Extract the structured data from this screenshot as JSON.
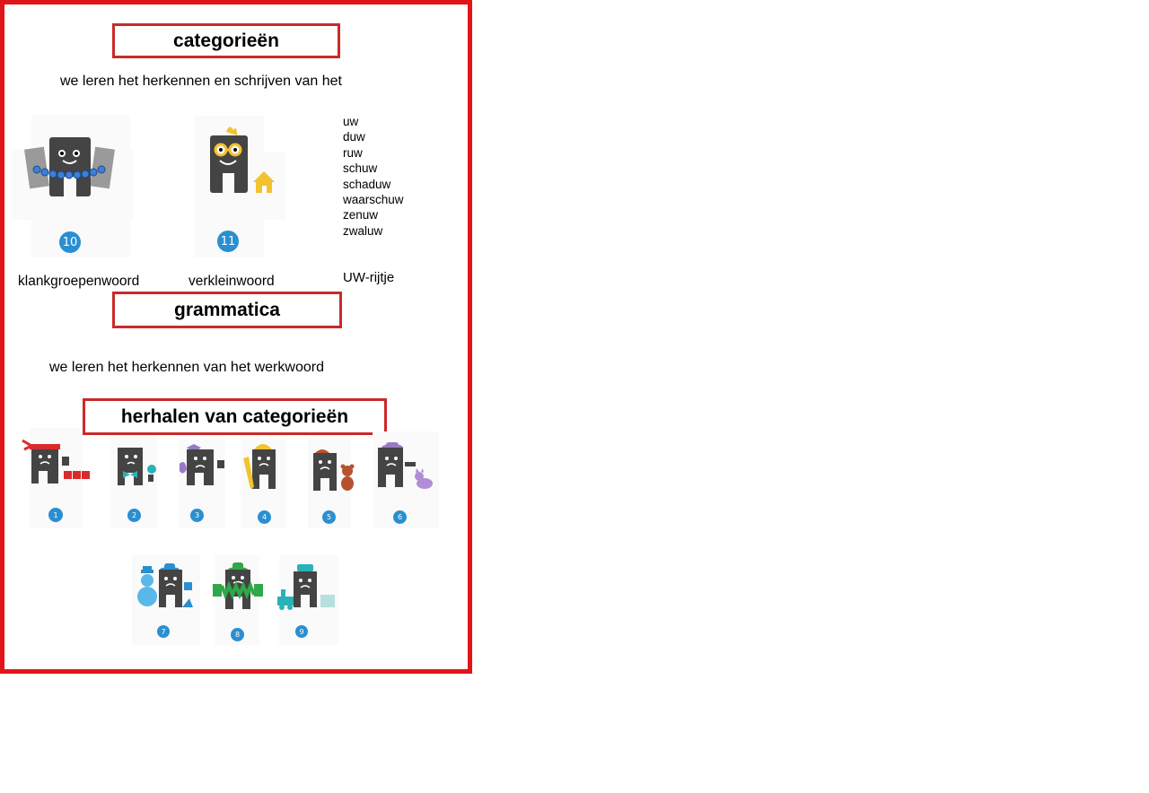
{
  "headings": {
    "categories": "categorieën",
    "grammar": "grammatica",
    "repeat": "herhalen van categorieën"
  },
  "intro_categories": "we leren het herkennen en schrijven van het",
  "intro_grammar": "we leren het herkennen van het werkwoord",
  "category_cards": [
    {
      "number": "10",
      "label": "klankgroepenwoord",
      "icon": "monster-with-bead-necklace-icon"
    },
    {
      "number": "11",
      "label": "verkleinwoord",
      "icon": "monster-with-glasses-and-house-icon"
    }
  ],
  "word_list": {
    "words": [
      "uw",
      "duw",
      "ruw",
      "schuw",
      "schaduw",
      "waarschuw",
      "zenuw",
      "zwaluw"
    ],
    "caption": "UW-rijtje"
  },
  "review_cards": [
    {
      "number": "1",
      "icon": "monster-headband-blocks-icon"
    },
    {
      "number": "2",
      "icon": "monster-bowtie-icon"
    },
    {
      "number": "3",
      "icon": "monster-purple-bow-icon"
    },
    {
      "number": "4",
      "icon": "monster-helmet-pencil-icon"
    },
    {
      "number": "5",
      "icon": "monster-cap-teddybear-icon"
    },
    {
      "number": "6",
      "icon": "monster-hat-cat-icon"
    },
    {
      "number": "7",
      "icon": "monster-snowman-icon"
    },
    {
      "number": "8",
      "icon": "monster-accordion-icon"
    },
    {
      "number": "9",
      "icon": "monster-train-icon"
    }
  ],
  "colors": {
    "frame": "#e0151a",
    "heading_border": "#c92a2a",
    "badge": "#2a8fd0",
    "monster": "#444444"
  }
}
